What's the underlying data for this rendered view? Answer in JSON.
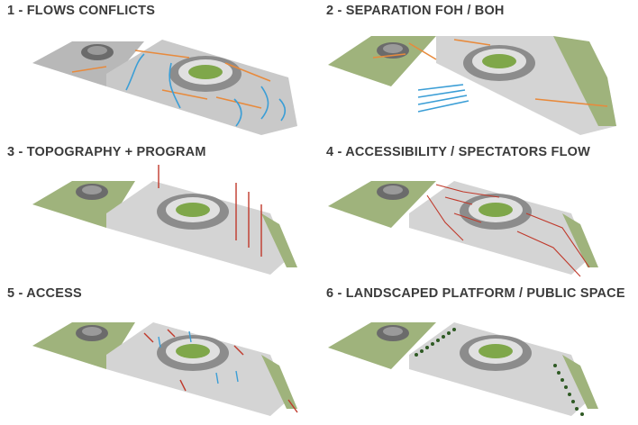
{
  "panels": [
    {
      "title": "1 - FLOWS CONFLICTS"
    },
    {
      "title": "2 - SEPARATION FOH / BOH"
    },
    {
      "title": "3 - TOPOGRAPHY + PROGRAM"
    },
    {
      "title": "4 - ACCESSIBILITY / SPECTATORS FLOW"
    },
    {
      "title": "5 - ACCESS"
    },
    {
      "title": "6 - LANDSCAPED PLATFORM / PUBLIC SPACE"
    }
  ],
  "colors": {
    "title_text": "#3b3b3b",
    "terrain_green": "#9fb37c",
    "terrain_grey": "#b8b8b8",
    "platform": "#d4d4d4",
    "pitch": "#7fa74a",
    "flow_orange": "#e88a3c",
    "flow_blue": "#3b9ed6",
    "flow_red": "#c0392b",
    "tree_green": "#2f5a24"
  }
}
